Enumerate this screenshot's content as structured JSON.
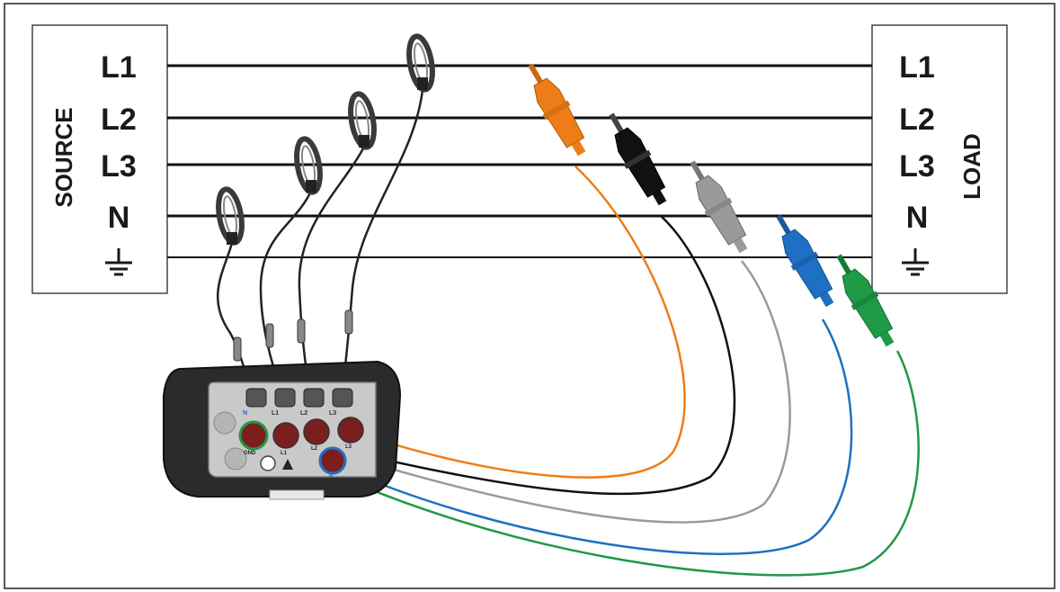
{
  "source": {
    "title": "SOURCE",
    "lines": [
      "L1",
      "L2",
      "L3",
      "N"
    ]
  },
  "load": {
    "title": "LOAD",
    "lines": [
      "L1",
      "L2",
      "L3",
      "N"
    ]
  },
  "ground_icon": "ground-icon",
  "instrument": {
    "current_jacks": [
      "N",
      "L1",
      "L2",
      "L3"
    ],
    "voltage_jacks": [
      "GND",
      "L1",
      "L2",
      "L3",
      "N"
    ]
  },
  "colors": {
    "L1": "#ee7d17",
    "L2": "#111111",
    "L3": "#9a9a9a",
    "N": "#1f6fc4",
    "GND": "#1f9a46",
    "wire": "#111111"
  }
}
